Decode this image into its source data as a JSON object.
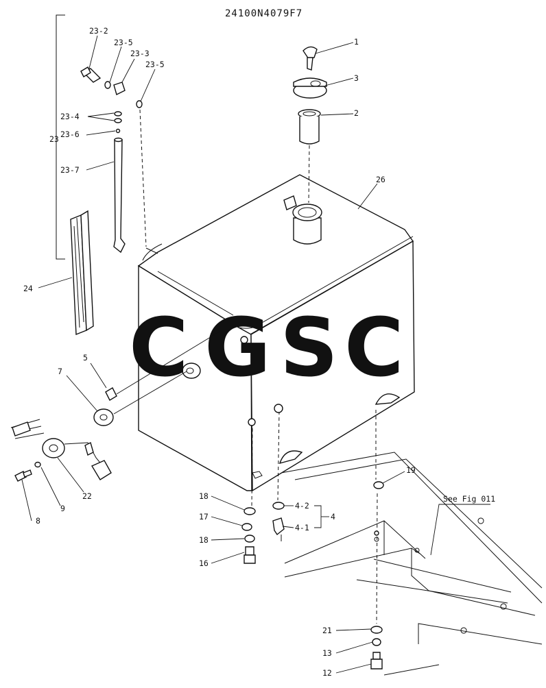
{
  "drawing_number": "24100N4079F7",
  "reference_note": "See Fig 011",
  "watermark": {
    "letters": [
      "C",
      "G",
      "S",
      "C"
    ],
    "colors": [
      "#6fa8f0",
      "#ee8b86",
      "#f6d572",
      "#86c79f"
    ]
  },
  "callouts": [
    {
      "id": "c1",
      "text": "1"
    },
    {
      "id": "c2",
      "text": "2"
    },
    {
      "id": "c3",
      "text": "3"
    },
    {
      "id": "c4",
      "text": "4"
    },
    {
      "id": "c4_1",
      "text": "4-1"
    },
    {
      "id": "c4_2",
      "text": "4-2"
    },
    {
      "id": "c5",
      "text": "5"
    },
    {
      "id": "c7",
      "text": "7"
    },
    {
      "id": "c8",
      "text": "8"
    },
    {
      "id": "c9",
      "text": "9"
    },
    {
      "id": "c12",
      "text": "12"
    },
    {
      "id": "c13",
      "text": "13"
    },
    {
      "id": "c16",
      "text": "16"
    },
    {
      "id": "c17",
      "text": "17"
    },
    {
      "id": "c18a",
      "text": "18"
    },
    {
      "id": "c18b",
      "text": "18"
    },
    {
      "id": "c19",
      "text": "19"
    },
    {
      "id": "c21",
      "text": "21"
    },
    {
      "id": "c22",
      "text": "22"
    },
    {
      "id": "c23",
      "text": "23"
    },
    {
      "id": "c23_2",
      "text": "23-2"
    },
    {
      "id": "c23_3",
      "text": "23-3"
    },
    {
      "id": "c23_4",
      "text": "23-4"
    },
    {
      "id": "c23_5a",
      "text": "23-5"
    },
    {
      "id": "c23_5b",
      "text": "23-5"
    },
    {
      "id": "c23_6",
      "text": "23-6"
    },
    {
      "id": "c23_7",
      "text": "23-7"
    },
    {
      "id": "c24",
      "text": "24"
    },
    {
      "id": "c26",
      "text": "26"
    }
  ]
}
